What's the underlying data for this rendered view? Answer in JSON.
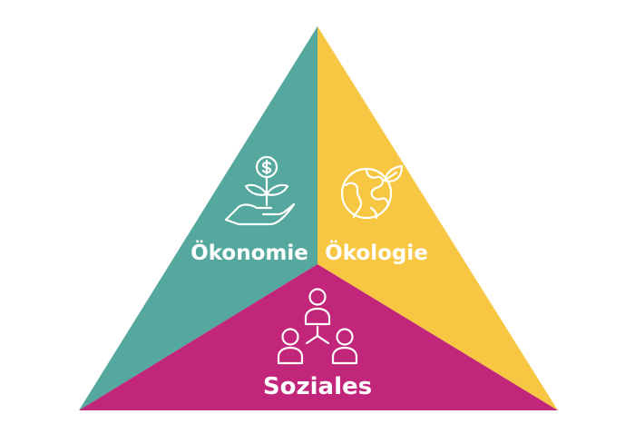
{
  "diagram": {
    "title": "",
    "segments": [
      {
        "label": "Ökonomie",
        "icon": "money-plant-hand-icon",
        "color": "#54a89d"
      },
      {
        "label": "Ökologie",
        "icon": "globe-leaf-icon",
        "color": "#f7c744"
      },
      {
        "label": "Soziales",
        "icon": "people-network-icon",
        "color": "#c2267a"
      }
    ]
  }
}
